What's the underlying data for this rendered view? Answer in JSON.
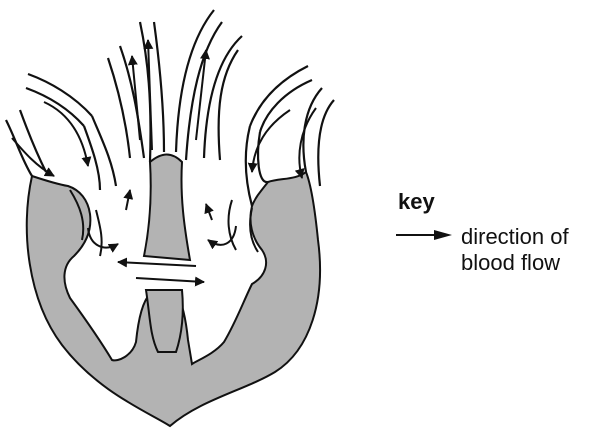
{
  "key": {
    "title": "key",
    "description_line1": "direction of",
    "description_line2": "blood flow"
  },
  "colors": {
    "wall_fill": "#b3b3b3",
    "outline": "#111111",
    "background": "#ffffff"
  },
  "icons": [
    "key-arrow-icon",
    "blood-flow-arrow-icon"
  ]
}
